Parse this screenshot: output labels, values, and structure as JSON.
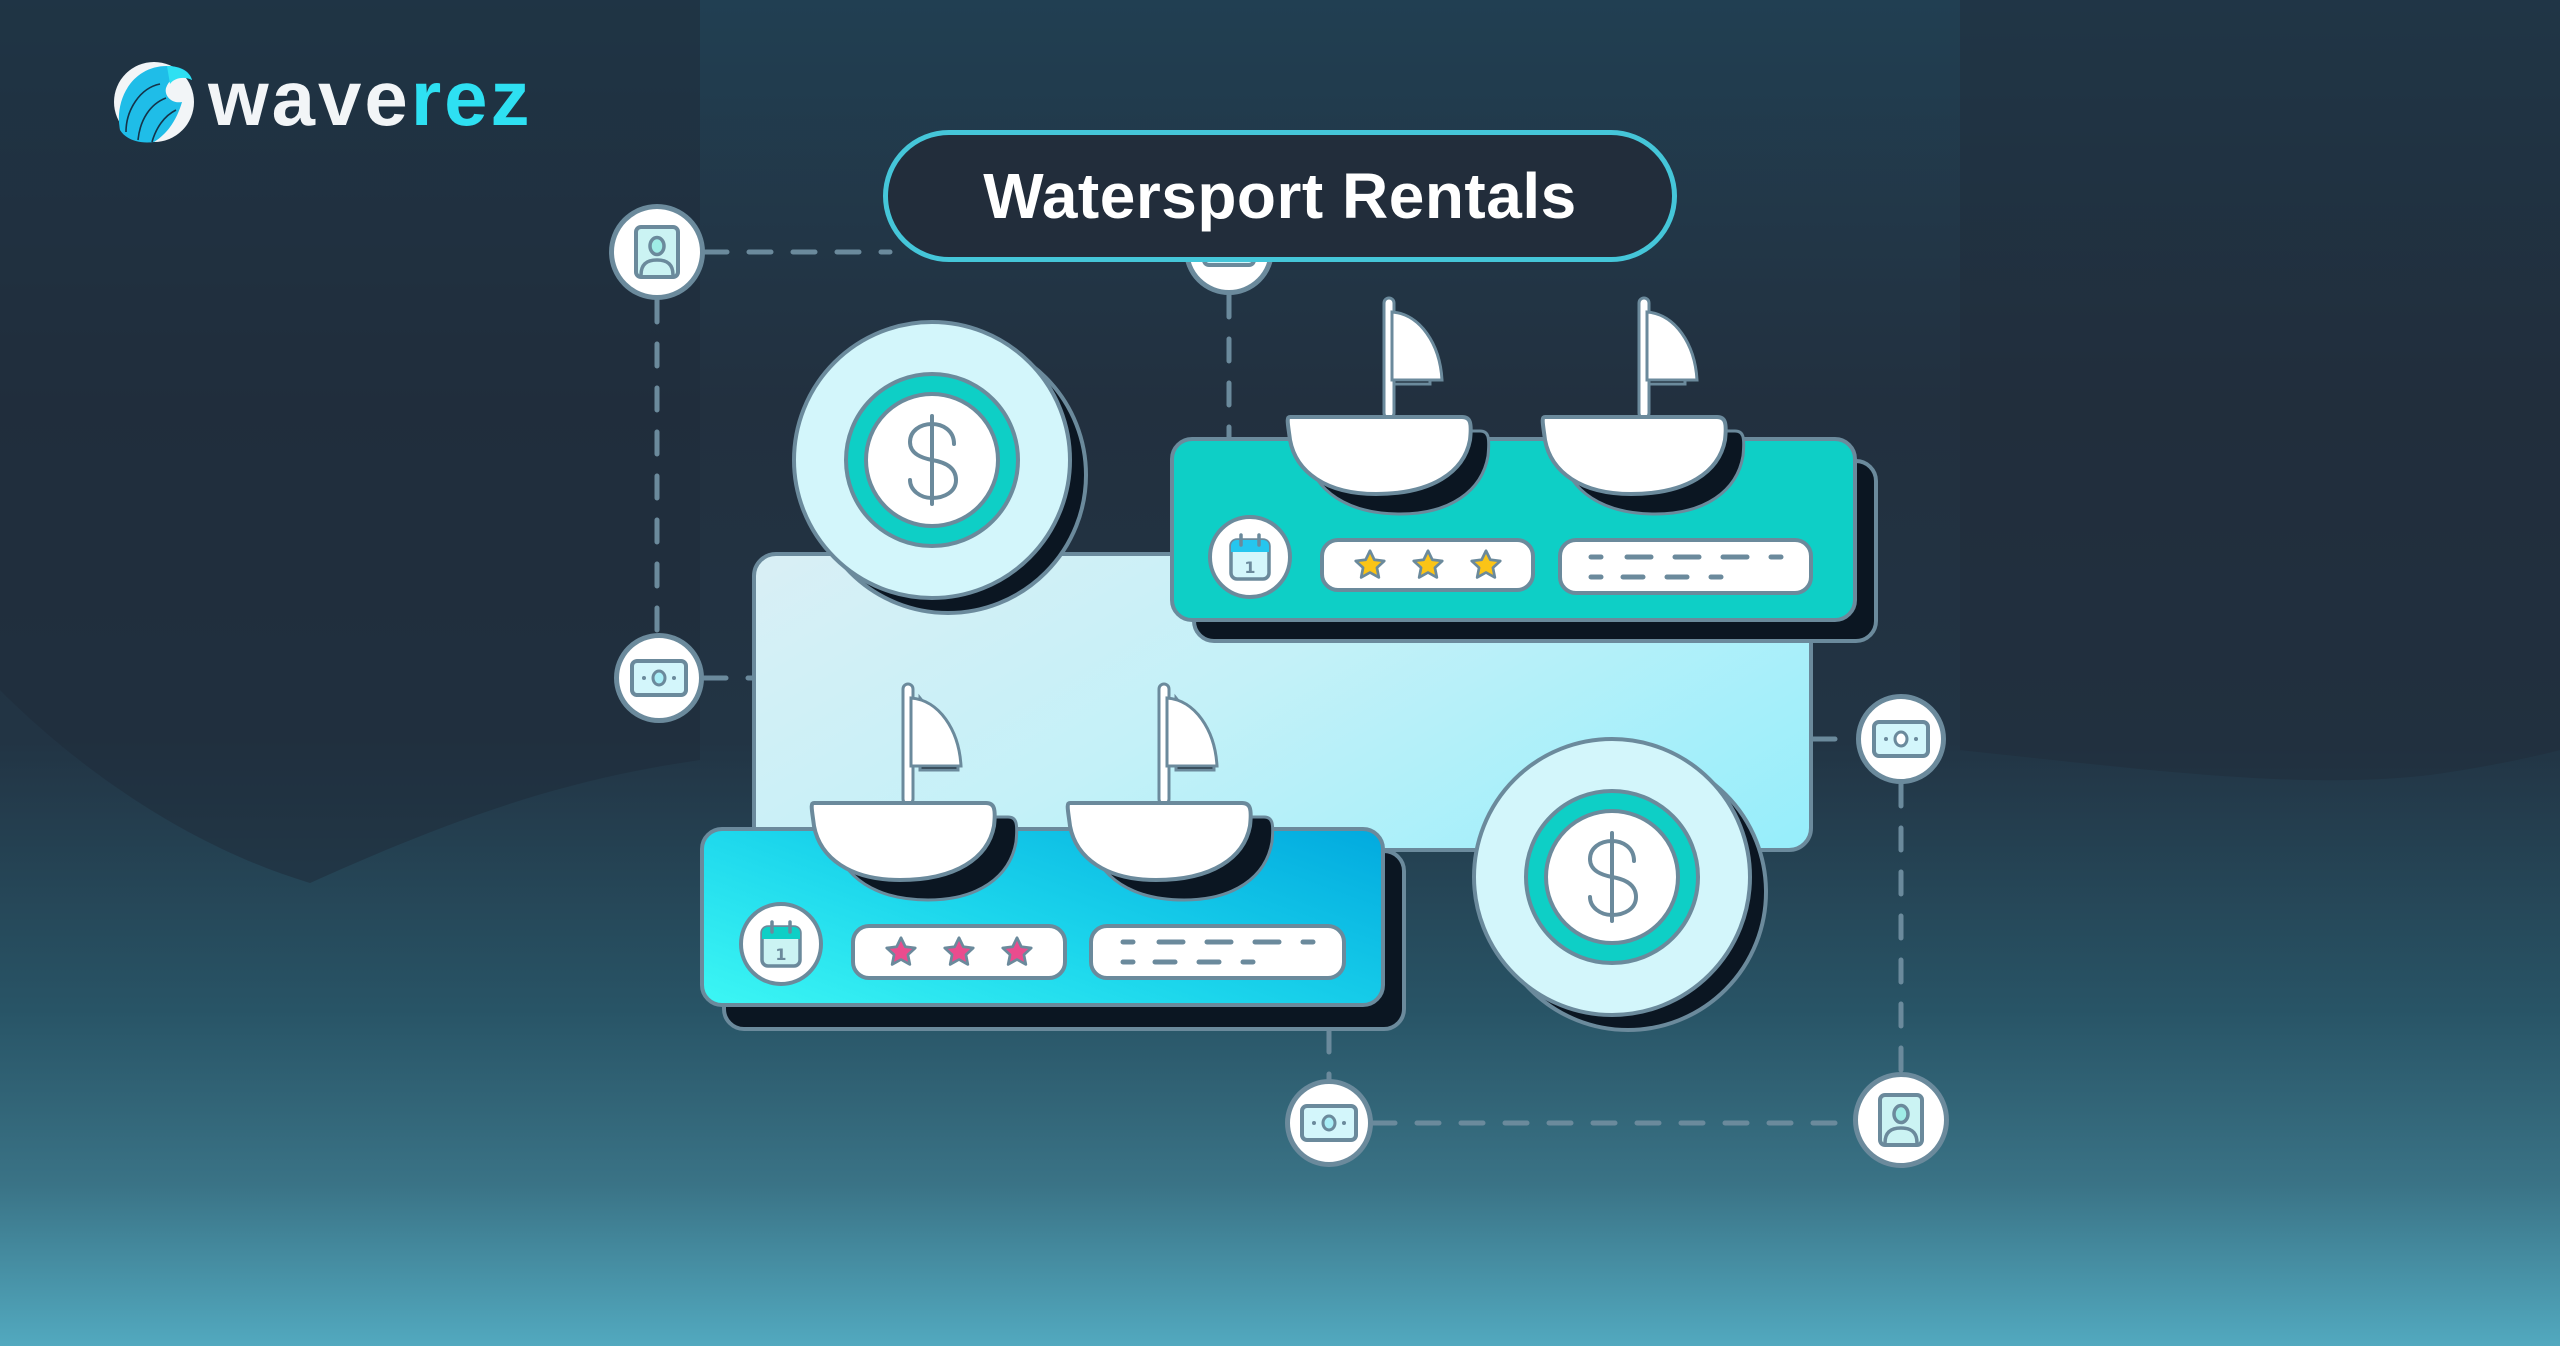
{
  "brand": {
    "logo_part1": "wave",
    "logo_part2": "rez",
    "colors": {
      "logo_white": "#f2f5f7",
      "logo_cyan": "#2ee0f2"
    }
  },
  "hero": {
    "title": "Watersport Rentals",
    "title_border_color": "#45c6d9",
    "title_bg_color": "#222d3b"
  },
  "illustration": {
    "panel": {
      "gradient": [
        "#d9eff5",
        "#96eefb"
      ]
    },
    "cards": [
      {
        "id": "upper",
        "style": "teal",
        "color": "#0ecfc6",
        "calendar_day": "1",
        "calendar_header_color": "#25c6ef",
        "stars": 3,
        "star_color": "#fbc417",
        "boats": 2
      },
      {
        "id": "lower",
        "style": "blue-gradient",
        "color": "#1cd6ec",
        "calendar_day": "1",
        "calendar_header_color": "#0ecfc6",
        "stars": 3,
        "star_color": "#ea4c8e",
        "boats": 2
      }
    ],
    "coins": [
      {
        "id": "coin-top-left",
        "symbol": "$"
      },
      {
        "id": "coin-bottom-right",
        "symbol": "$"
      }
    ],
    "nodes": [
      {
        "id": "node-user-top-left",
        "icon": "user-icon"
      },
      {
        "id": "node-top-center",
        "icon": "money-icon"
      },
      {
        "id": "node-money-left",
        "icon": "money-icon"
      },
      {
        "id": "node-money-right",
        "icon": "money-icon"
      },
      {
        "id": "node-money-bottom",
        "icon": "money-icon"
      },
      {
        "id": "node-user-bottom-right",
        "icon": "user-icon"
      }
    ],
    "stroke_color": "#6b8a9c",
    "shadow_color": "#0b1622"
  }
}
